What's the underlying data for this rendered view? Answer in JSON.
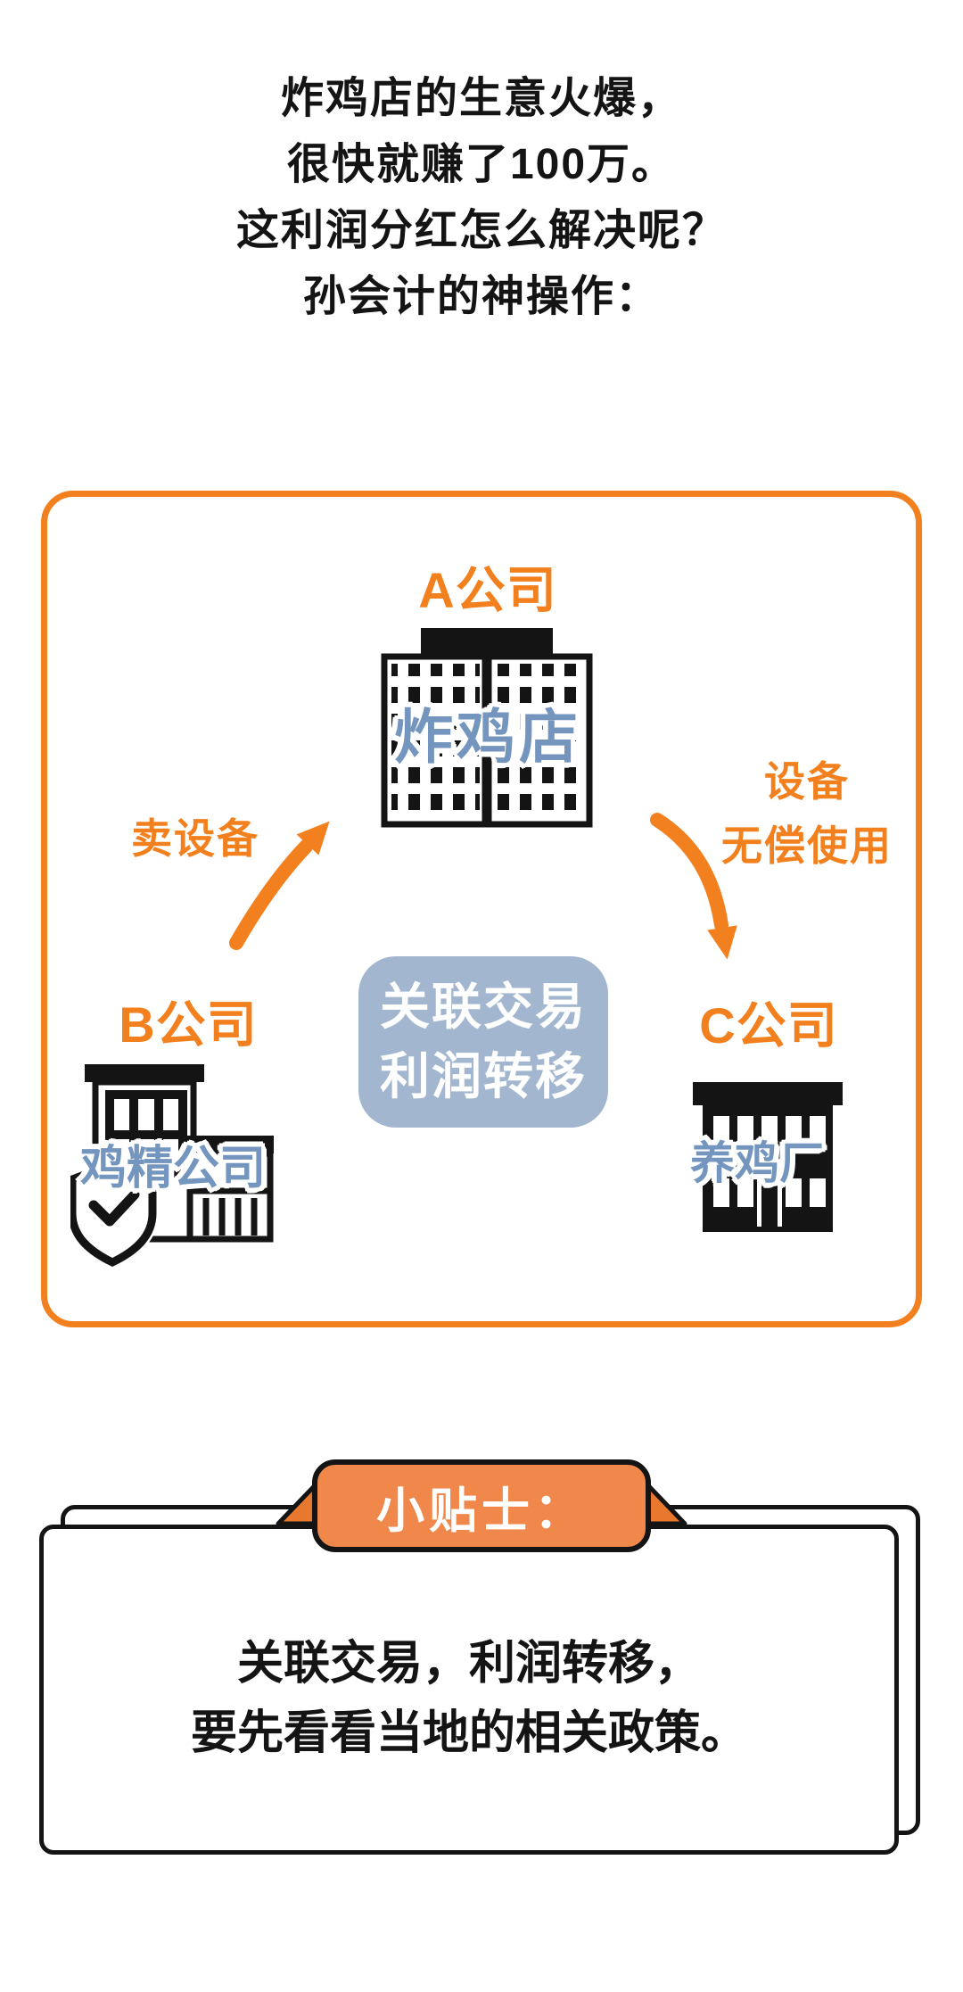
{
  "colors": {
    "bg": "#FFFFFF",
    "ink": "#141414",
    "orange": "#F2801E",
    "tab-orange": "#F0884C",
    "wing-orange": "#E8782E",
    "blue": "#7495BE",
    "panel-blue": "#A2B7CF"
  },
  "intro": {
    "lines": [
      "炸鸡店的生意火爆，",
      "很快就赚了100万。",
      "这利润分红怎么解决呢？",
      "孙会计的神操作："
    ]
  },
  "diagram": {
    "companies": {
      "a": {
        "label": "A公司",
        "name": "炸鸡店"
      },
      "b": {
        "label": "B公司",
        "name": "鸡精公司"
      },
      "c": {
        "label": "C公司",
        "name": "养鸡厂"
      }
    },
    "arrows": {
      "sell_equipment_label": "卖设备",
      "free_use_label_lines": [
        "设备",
        "无偿使用"
      ]
    },
    "center_note": {
      "lines": [
        "关联交易",
        "利润转移"
      ]
    }
  },
  "tip_card": {
    "tab_label": "小贴士：",
    "lines": [
      "关联交易，利润转移，",
      "要先看看当地的相关政策。"
    ]
  }
}
